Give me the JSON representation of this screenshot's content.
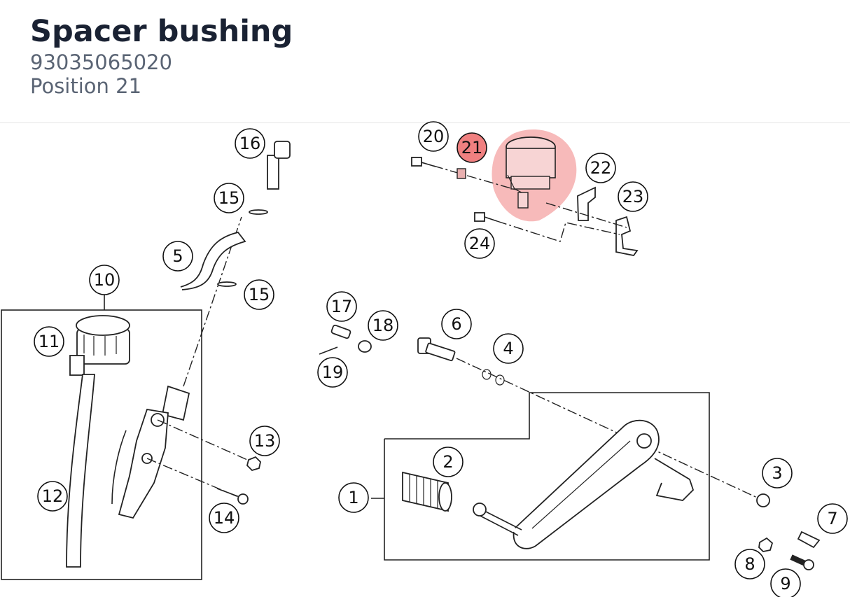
{
  "part": {
    "name": "Spacer bushing",
    "number": "93035065020",
    "position_label": "Position 21"
  },
  "highlight": {
    "position": "21",
    "color": "#f08080"
  },
  "callouts": [
    {
      "n": "1"
    },
    {
      "n": "2"
    },
    {
      "n": "3"
    },
    {
      "n": "4"
    },
    {
      "n": "5"
    },
    {
      "n": "6"
    },
    {
      "n": "7"
    },
    {
      "n": "8"
    },
    {
      "n": "9"
    },
    {
      "n": "10"
    },
    {
      "n": "11"
    },
    {
      "n": "12"
    },
    {
      "n": "13"
    },
    {
      "n": "14"
    },
    {
      "n": "15"
    },
    {
      "n": "15"
    },
    {
      "n": "16"
    },
    {
      "n": "17"
    },
    {
      "n": "18"
    },
    {
      "n": "19"
    },
    {
      "n": "20"
    },
    {
      "n": "21"
    },
    {
      "n": "22"
    },
    {
      "n": "23"
    },
    {
      "n": "24"
    }
  ]
}
